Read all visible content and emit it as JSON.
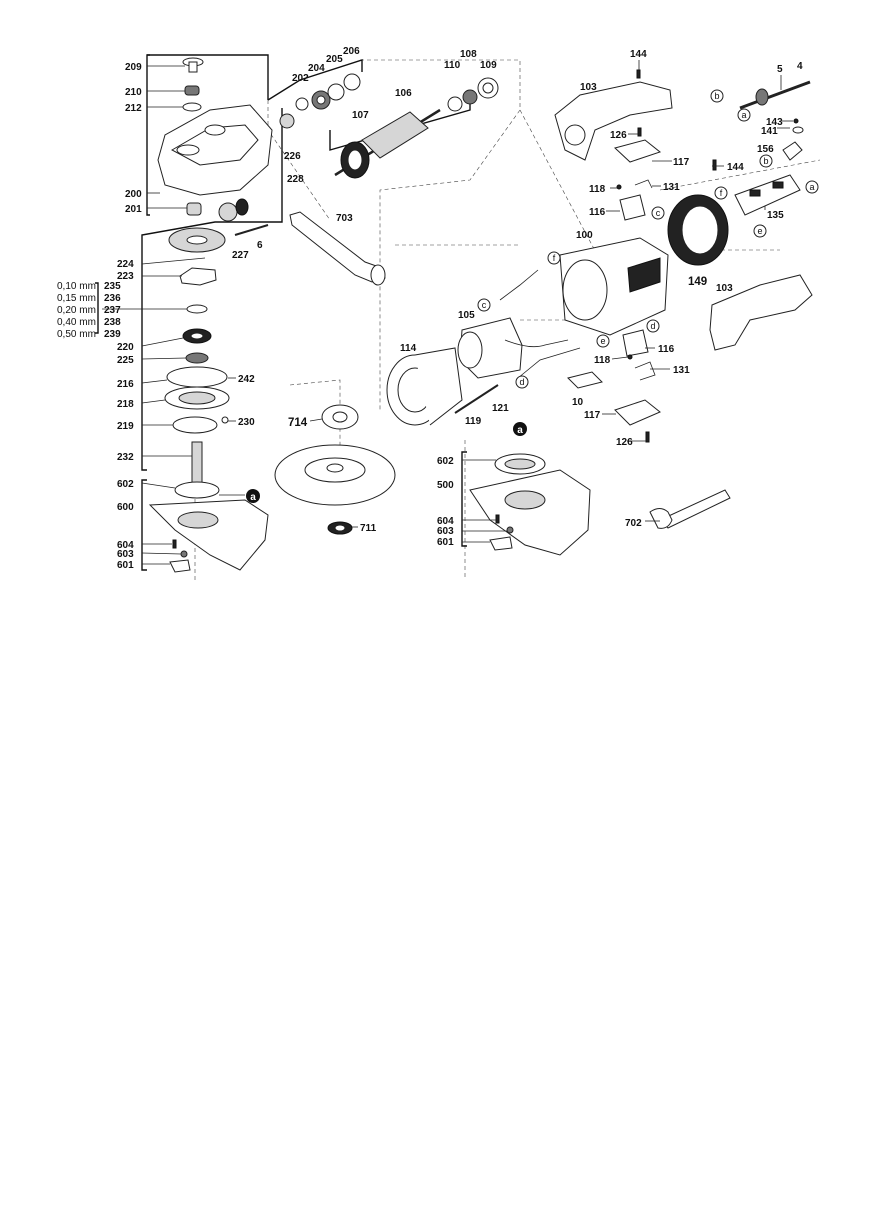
{
  "labels": {
    "209": "209",
    "210": "210",
    "212": "212",
    "200": "200",
    "201": "201",
    "202": "202",
    "204": "204",
    "205": "205",
    "206": "206",
    "226": "226",
    "228": "228",
    "106": "106",
    "107": "107",
    "108": "108",
    "110": "110",
    "109": "109",
    "703": "703",
    "6": "6",
    "227": "227",
    "224": "224",
    "223": "223",
    "220": "220",
    "225": "225",
    "216": "216",
    "218": "218",
    "219": "219",
    "232": "232",
    "242": "242",
    "230": "230",
    "602a": "602",
    "600": "600",
    "604a": "604",
    "603a": "603",
    "601a": "601",
    "714": "714",
    "711": "711",
    "144a": "144",
    "103a": "103",
    "126a": "126",
    "117a": "117",
    "118a": "118",
    "131a": "131",
    "116a": "116",
    "100": "100",
    "105": "105",
    "114": "114",
    "119": "119",
    "121": "121",
    "10": "10",
    "117b": "117",
    "126b": "126",
    "118b": "118",
    "116b": "116",
    "131b": "131",
    "5": "5",
    "4": "4",
    "143": "143",
    "141": "141",
    "156": "156",
    "144b": "144",
    "135": "135",
    "149": "149",
    "103b": "103",
    "602b": "602",
    "500": "500",
    "604b": "604",
    "603b": "603",
    "601b": "601",
    "702": "702"
  },
  "shims": [
    {
      "size": "0,10 mm",
      "ref": "235"
    },
    {
      "size": "0,15 mm",
      "ref": "236"
    },
    {
      "size": "0,20 mm",
      "ref": "237"
    },
    {
      "size": "0,40 mm",
      "ref": "238"
    },
    {
      "size": "0,50 mm",
      "ref": "239"
    }
  ],
  "refs": {
    "a": "a",
    "b": "b",
    "c": "c",
    "d": "d",
    "e": "e",
    "f": "f"
  }
}
